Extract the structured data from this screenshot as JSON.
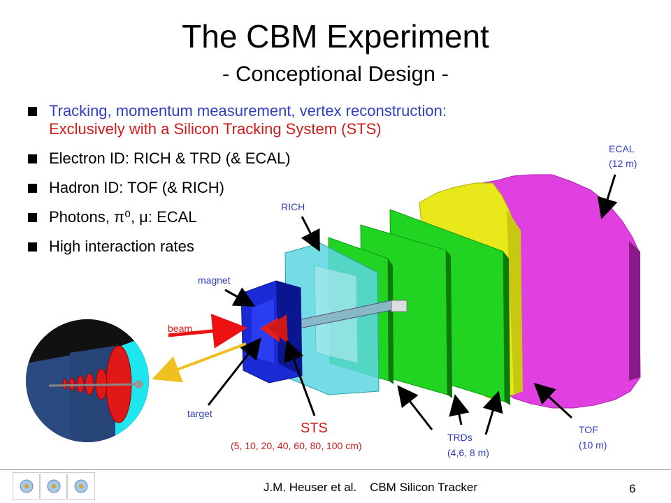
{
  "title": "The CBM Experiment",
  "subtitle": "- Conceptional Design -",
  "bullets": [
    "Tracking, momentum measurement, vertex reconstruction:",
    "Electron ID: RICH & TRD (& ECAL)",
    "Hadron ID: TOF (& RICH)",
    "Photons, π⁰, μ: ECAL",
    "High interaction rates"
  ],
  "bullet_sub": "Exclusively with a Silicon Tracking System (STS)",
  "labels": {
    "ecal": "ECAL",
    "ecal_dist": "(12 m)",
    "rich": "RICH",
    "magnet": "magnet",
    "beam": "beam",
    "target": "target",
    "sts": "STS",
    "sts_dist": "(5, 10, 20, 40, 60, 80, 100 cm)",
    "trds": "TRDs",
    "trds_dist": "(4,6, 8 m)",
    "tof": "TOF",
    "tof_dist": "(10 m)"
  },
  "footer": {
    "author": "J.M. Heuser et al.",
    "topic": "CBM Silicon Tracker",
    "page": "6"
  },
  "colors": {
    "blue_text": "#2f3fbf",
    "red_text": "#d11a1a",
    "ecal": "#e040e0",
    "tof": "#e8e81a",
    "trd": "#22d422",
    "rich": "#5cd6e0",
    "magnet": "#1a2bd6"
  }
}
